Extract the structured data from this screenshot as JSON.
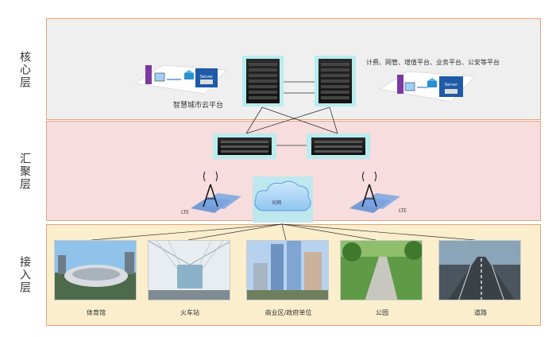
{
  "layers": {
    "core": "核心层",
    "aggregation": "汇聚层",
    "access": "接入层"
  },
  "core": {
    "left_platform_label": "智慧城市云平台",
    "right_platform_label": "计费、网管、增值平台、业务平台、公安等平台",
    "server_text": "Server"
  },
  "aggregation": {
    "lte_left": "LTE",
    "lte_right": "LTE",
    "cloud_label": "光网"
  },
  "access": {
    "sites": [
      {
        "label": "体育馆"
      },
      {
        "label": "火车站"
      },
      {
        "label": "商业区/政府单位"
      },
      {
        "label": "公园"
      },
      {
        "label": "道路"
      }
    ]
  }
}
